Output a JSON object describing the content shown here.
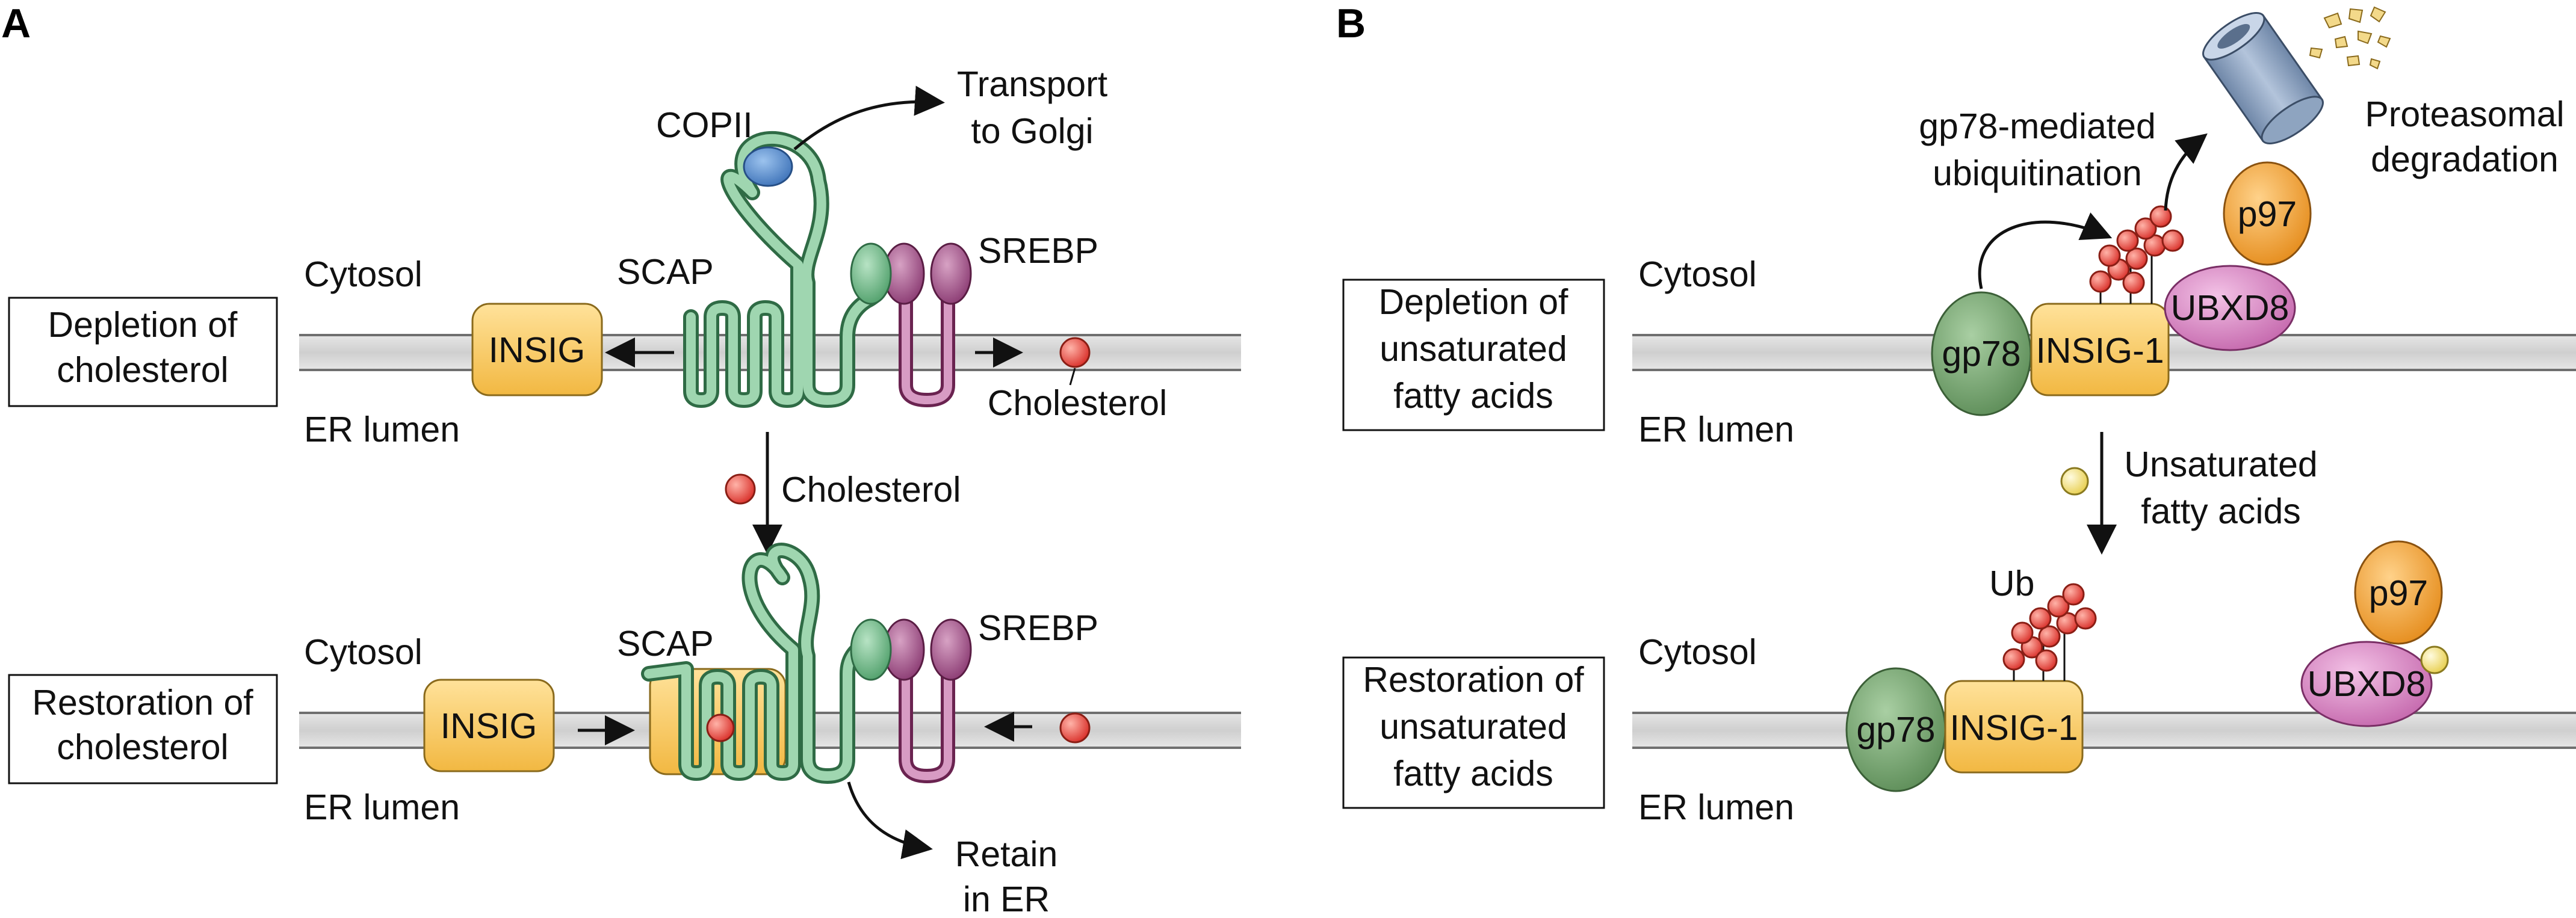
{
  "colors": {
    "membrane": "#d9d9d9",
    "scap": "#7dbf95",
    "srebp": "#a35a8a",
    "insig": "#f6c85f",
    "copii": "#4f86c6",
    "gp78": "#6f9d6a",
    "ubxd8": "#d77fbf",
    "p97": "#f0a030",
    "ubiquitin": "#d9534f",
    "cholesterol": "#e04a3a",
    "fatty_acid": "#f5e27a",
    "proteasome": "#8ea4c0"
  },
  "panel_a": {
    "letter": "A",
    "top": {
      "condition": [
        "Depletion of",
        "cholesterol"
      ],
      "cytosol": "Cytosol",
      "er_lumen": "ER lumen",
      "insig": "INSIG",
      "scap": "SCAP",
      "srebp": "SREBP",
      "copii": "COPII",
      "transport": [
        "Transport",
        "to Golgi"
      ],
      "cholesterol": "Cholesterol"
    },
    "transition": "Cholesterol",
    "bottom": {
      "condition": [
        "Restoration of",
        "cholesterol"
      ],
      "cytosol": "Cytosol",
      "er_lumen": "ER lumen",
      "insig": "INSIG",
      "scap": "SCAP",
      "srebp": "SREBP",
      "retain": [
        "Retain",
        "in ER"
      ]
    }
  },
  "panel_b": {
    "letter": "B",
    "top": {
      "condition": [
        "Depletion of",
        "unsaturated",
        "fatty acids"
      ],
      "cytosol": "Cytosol",
      "er_lumen": "ER lumen",
      "gp78": "gp78",
      "insig1": "INSIG-1",
      "ubxd8": "UBXD8",
      "p97": "p97",
      "ubiquitination": [
        "gp78-mediated",
        "ubiquitination"
      ],
      "degradation": [
        "Proteasomal",
        "degradation"
      ]
    },
    "transition": [
      "Unsaturated",
      "fatty acids"
    ],
    "bottom": {
      "condition": [
        "Restoration of",
        "unsaturated",
        "fatty acids"
      ],
      "cytosol": "Cytosol",
      "er_lumen": "ER lumen",
      "gp78": "gp78",
      "insig1": "INSIG-1",
      "ubxd8": "UBXD8",
      "p97": "p97",
      "ub": "Ub"
    }
  }
}
